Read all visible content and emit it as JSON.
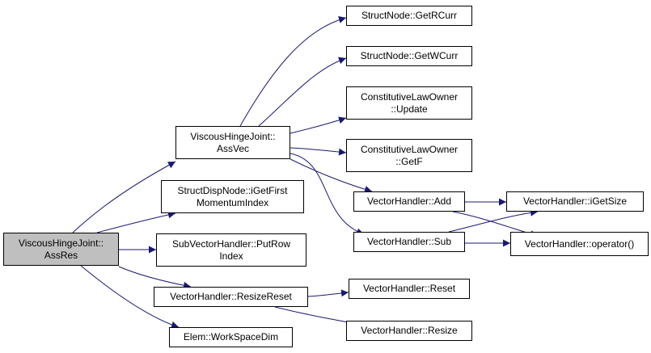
{
  "graph": {
    "edge_color": "#191970",
    "root_fill": "#bfbfbf",
    "nodes": {
      "root": {
        "lines": [
          "ViscousHingeJoint::",
          "AssRes"
        ]
      },
      "assvec": {
        "lines": [
          "ViscousHingeJoint::",
          "AssVec"
        ]
      },
      "getfirst": {
        "lines": [
          "StructDispNode::iGetFirst",
          "MomentumIndex"
        ]
      },
      "putrow": {
        "lines": [
          "SubVectorHandler::PutRow",
          "Index"
        ]
      },
      "resizereset": {
        "lines": [
          "VectorHandler::ResizeReset"
        ]
      },
      "workspace": {
        "lines": [
          "Elem::WorkSpaceDim"
        ]
      },
      "getrcurr": {
        "lines": [
          "StructNode::GetRCurr"
        ]
      },
      "getwcurr": {
        "lines": [
          "StructNode::GetWCurr"
        ]
      },
      "update": {
        "lines": [
          "ConstitutiveLawOwner",
          "::Update"
        ]
      },
      "getf": {
        "lines": [
          "ConstitutiveLawOwner",
          "::GetF"
        ]
      },
      "add": {
        "lines": [
          "VectorHandler::Add"
        ]
      },
      "sub": {
        "lines": [
          "VectorHandler::Sub"
        ]
      },
      "igetsize": {
        "lines": [
          "VectorHandler::iGetSize"
        ]
      },
      "operator": {
        "lines": [
          "VectorHandler::operator()"
        ]
      },
      "reset": {
        "lines": [
          "VectorHandler::Reset"
        ]
      },
      "resize": {
        "lines": [
          "VectorHandler::Resize"
        ]
      }
    }
  }
}
